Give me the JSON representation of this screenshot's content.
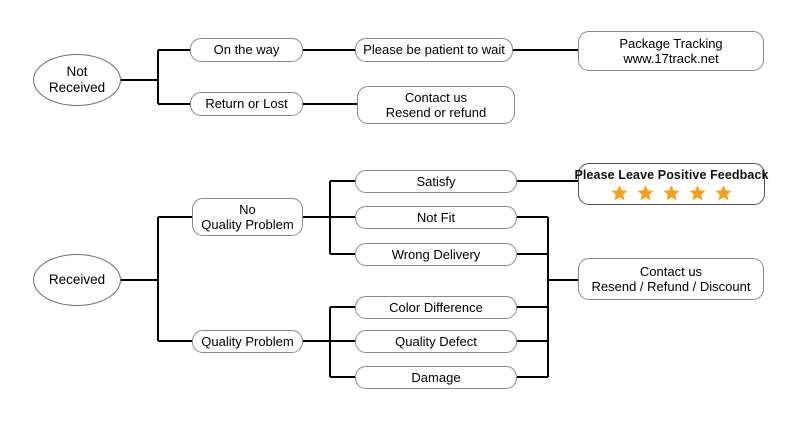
{
  "diagram": {
    "title": "Order status decision flowchart",
    "line_color": "#000000",
    "box_border_color": "#8a8a8a",
    "star_color": "#F5A11E",
    "background": "#ffffff"
  },
  "branches": {
    "not_received": {
      "root": {
        "label": "Not\nReceived",
        "shape": "ellipse"
      },
      "level1": [
        {
          "label": "On the way"
        },
        {
          "label": "Return or Lost"
        }
      ],
      "level2": [
        {
          "label": "Please be patient to wait"
        },
        {
          "label": "Contact us\nResend or refund"
        }
      ],
      "level3": [
        {
          "label": "Package Tracking\nwww.17track.net"
        }
      ]
    },
    "received": {
      "root": {
        "label": "Received",
        "shape": "ellipse"
      },
      "level1": [
        {
          "label": "No\nQuality Problem"
        },
        {
          "label": "Quality Problem"
        }
      ],
      "no_quality_problem_outcomes": [
        {
          "label": "Satisfy"
        },
        {
          "label": "Not Fit"
        },
        {
          "label": "Wrong Delivery"
        }
      ],
      "quality_problem_outcomes": [
        {
          "label": "Color Difference"
        },
        {
          "label": "Quality Defect"
        },
        {
          "label": "Damage"
        }
      ],
      "results": {
        "feedback": {
          "title": "Please Leave Positive Feedback",
          "star_count": 5,
          "star_icon": "star-icon"
        },
        "contact": {
          "label": "Contact us\nResend / Refund / Discount"
        }
      }
    }
  }
}
